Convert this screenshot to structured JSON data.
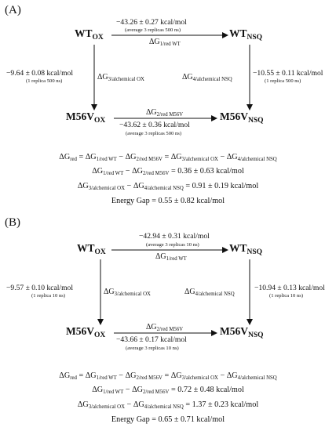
{
  "panels": [
    {
      "label": "(A)",
      "nodes": {
        "wt_ox": {
          "main": "WT",
          "sub": "OX"
        },
        "wt_nsq": {
          "main": "WT",
          "sub": "NSQ"
        },
        "m56v_ox": {
          "main": "M56V",
          "sub": "OX"
        },
        "m56v_nsq": {
          "main": "M56V",
          "sub": "NSQ"
        }
      },
      "top_arrow": {
        "value": "−43.26 ± 0.27 kcal/mol",
        "note": "(average 3 replicas 500 ns)",
        "dg_main": "ΔG",
        "dg_sub": "1/red WT"
      },
      "left_arrow": {
        "value": "−9.64 ± 0.08 kcal/mol",
        "note": "(1 replica 500 ns)",
        "dg_main": "ΔG",
        "dg_sub": "3/alchemical OX"
      },
      "right_arrow": {
        "value": "−10.55 ± 0.11 kcal/mol",
        "note": "(1 replica 500 ns)",
        "dg_main": "ΔG",
        "dg_sub": "4/alchemical NSQ"
      },
      "bottom_arrow": {
        "value": "−43.62 ± 0.36 kcal/mol",
        "note": "(average 3 replicas 500 ns)",
        "dg_main": "ΔG",
        "dg_sub": "2/red M56V"
      },
      "equations": {
        "eq1": {
          "t1": "ΔG",
          "s1": "red",
          "t2": " = ΔG",
          "s2": "1/red WT",
          "t3": " − ΔG",
          "s3": "2/red M56V",
          "t4": " = ΔG",
          "s4": "3/alchemical OX",
          "t5": " − ΔG",
          "s5": "4/alchemical NSQ"
        },
        "eq2": {
          "t1": "ΔG",
          "s1": "1/red WT",
          "t2": " − ΔG",
          "s2": "2/red M56V",
          "t3": " = 0.36 ± 0.63 kcal/mol"
        },
        "eq3": {
          "t1": "ΔG",
          "s1": "3/alchemical OX",
          "t2": " − ΔG",
          "s2": "4/alchemical NSQ",
          "t3": " = 0.91 ± 0.19 kcal/mol"
        },
        "eq4": "Energy Gap = 0.55 ± 0.82 kcal/mol"
      }
    },
    {
      "label": "(B)",
      "nodes": {
        "wt_ox": {
          "main": "WT",
          "sub": "OX"
        },
        "wt_nsq": {
          "main": "WT",
          "sub": "NSQ"
        },
        "m56v_ox": {
          "main": "M56V",
          "sub": "OX"
        },
        "m56v_nsq": {
          "main": "M56V",
          "sub": "NSQ"
        }
      },
      "top_arrow": {
        "value": "−42.94 ± 0.31 kcal/mol",
        "note": "(average 3 replicas 10 ns)",
        "dg_main": "ΔG",
        "dg_sub": "1/red WT"
      },
      "left_arrow": {
        "value": "−9.57 ± 0.10 kcal/mol",
        "note": "(1 replica 10 ns)",
        "dg_main": "ΔG",
        "dg_sub": "3/alchemical OX"
      },
      "right_arrow": {
        "value": "−10.94 ± 0.13  kcal/mol",
        "note": "(1 replica 10 ns)",
        "dg_main": "ΔG",
        "dg_sub": "4/alchemical NSQ"
      },
      "bottom_arrow": {
        "value": "−43.66 ± 0.17 kcal/mol",
        "note": "(average 3 replicas 10 ns)",
        "dg_main": "ΔG",
        "dg_sub": "2/red M56V"
      },
      "equations": {
        "eq1": {
          "t1": "ΔG",
          "s1": "red",
          "t2": " = ΔG",
          "s2": "1/red WT",
          "t3": " − ΔG",
          "s3": "2/red M56V",
          "t4": " = ΔG",
          "s4": "3/alchemical OX",
          "t5": " − ΔG",
          "s5": "4/alchemical NSQ"
        },
        "eq2": {
          "t1": "ΔG",
          "s1": "1/red WT",
          "t2": " − ΔG",
          "s2": "2/red M56V",
          "t3": " = 0.72 ± 0.48 kcal/mol"
        },
        "eq3": {
          "t1": "ΔG",
          "s1": "3/alchemical OX",
          "t2": " − ΔG",
          "s2": "4/alchemical NSQ",
          "t3": " = 1.37 ± 0.23  kcal/mol"
        },
        "eq4": "Energy Gap = 0.65 ± 0.71 kcal/mol"
      }
    }
  ]
}
